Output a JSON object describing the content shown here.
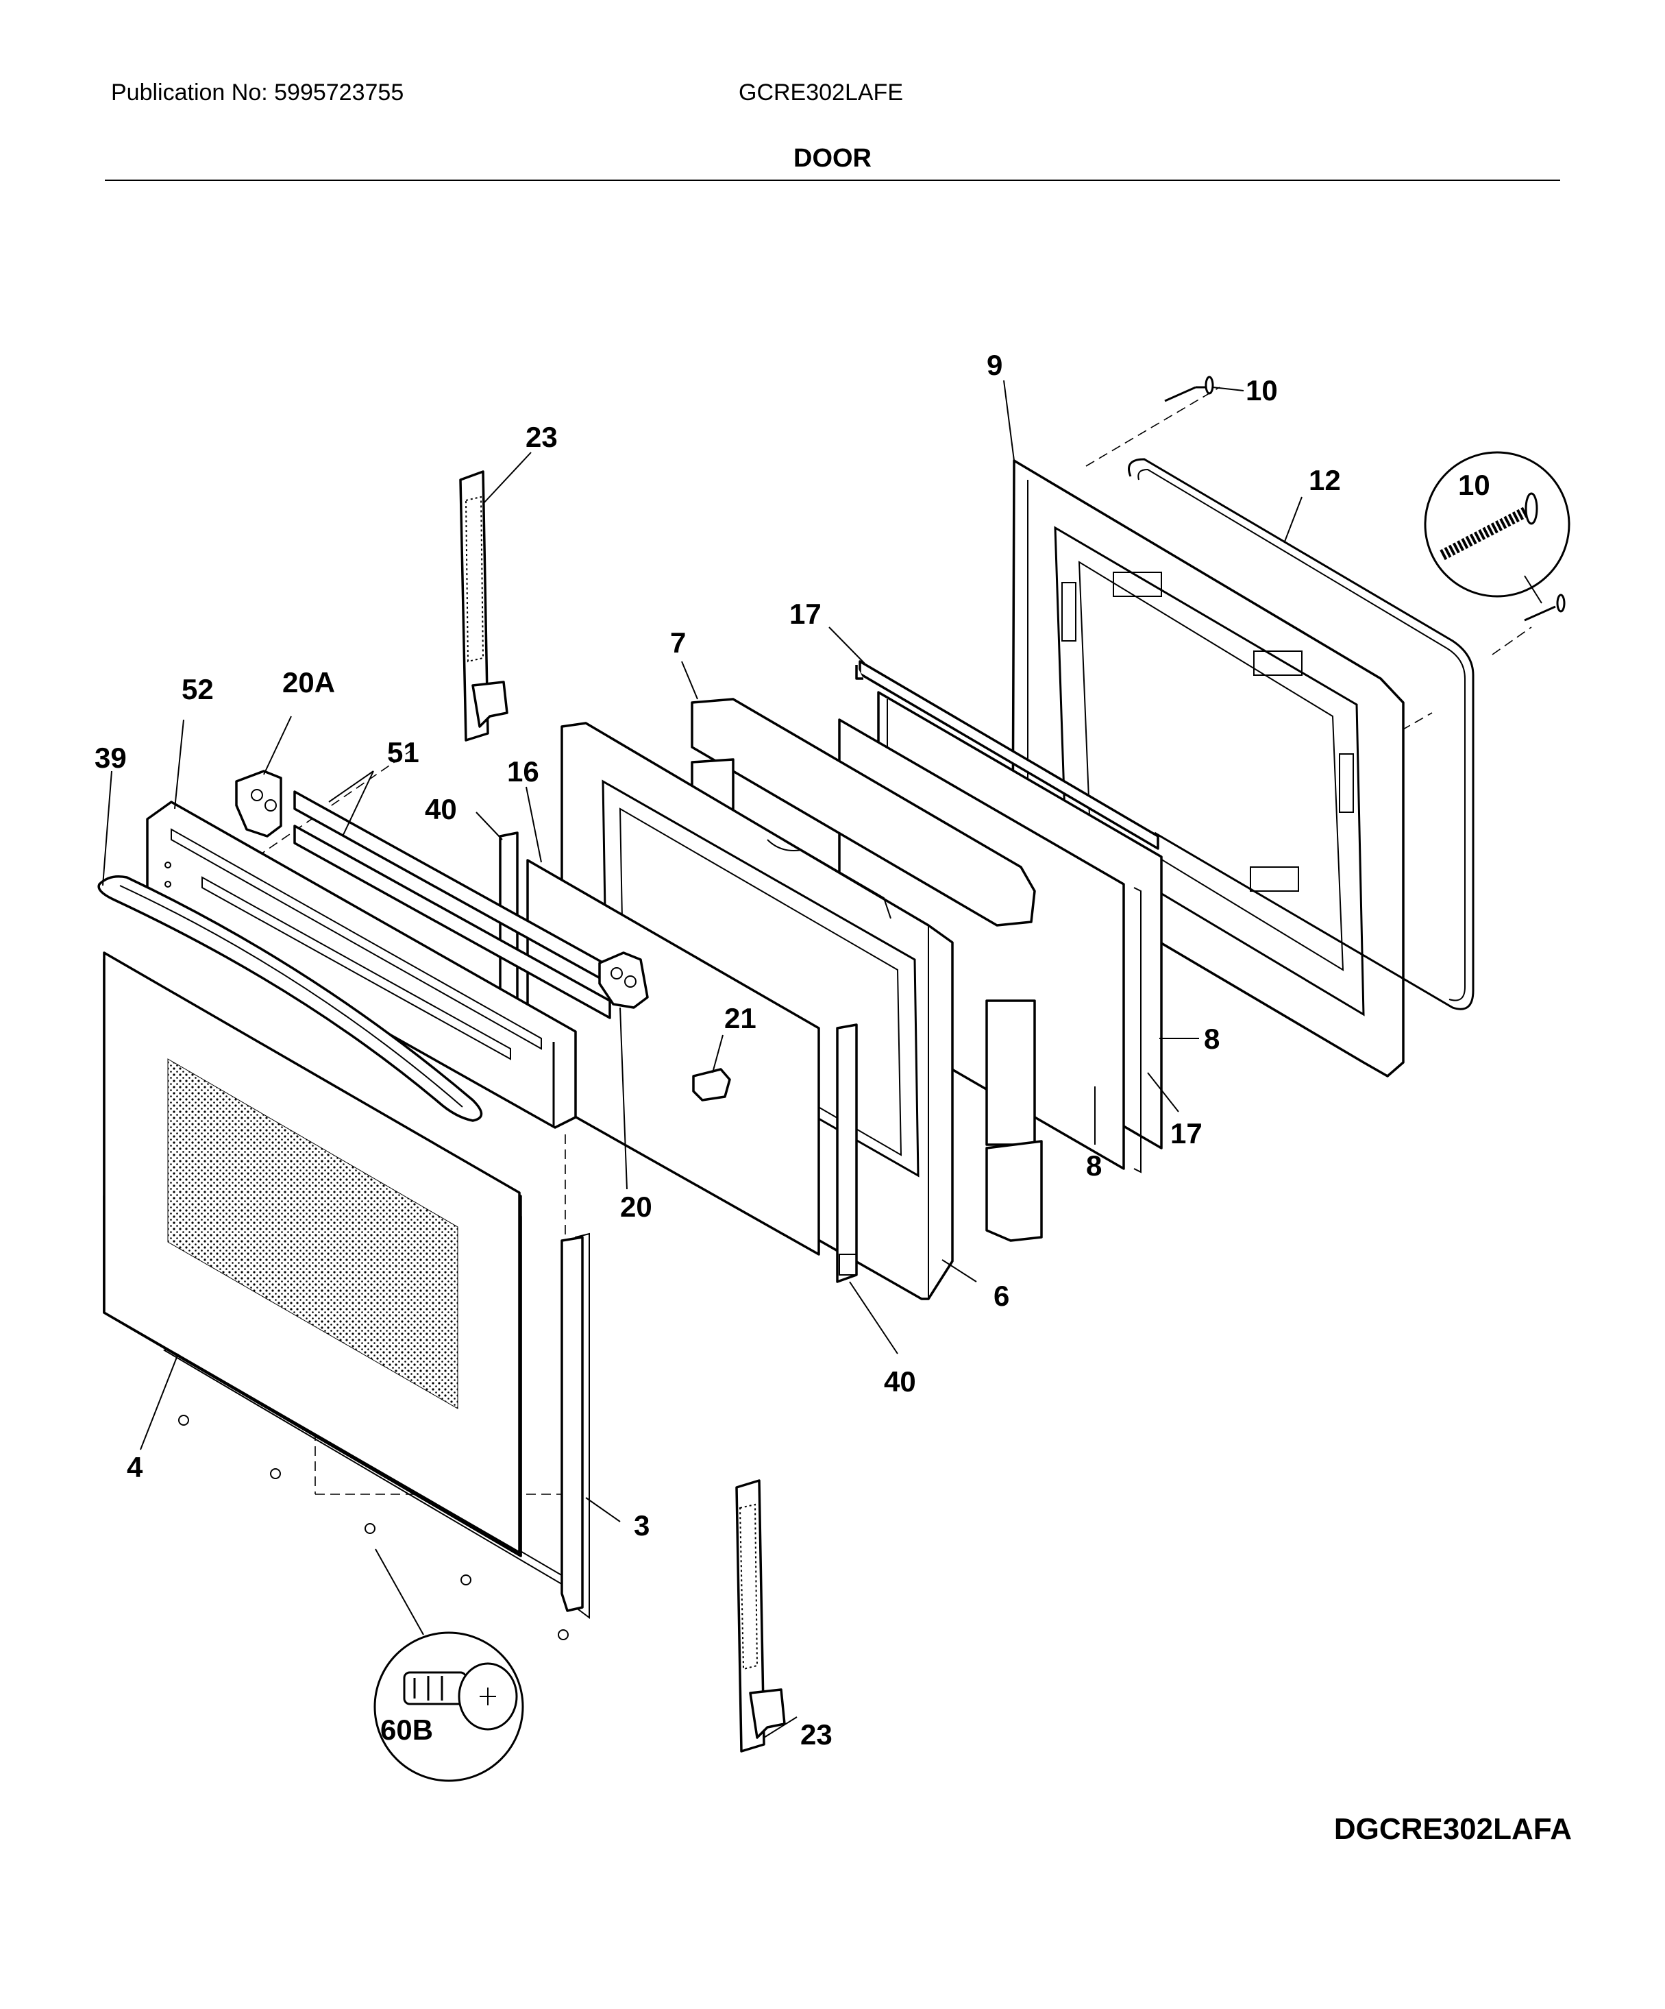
{
  "header": {
    "publication": "Publication No: 5995723755",
    "model": "GCRE302LAFE",
    "section_title": "DOOR"
  },
  "footer": {
    "diagram_code": "DGCRE302LAFA"
  },
  "callouts": {
    "c9": "9",
    "c10": "10",
    "c10_detail": "10",
    "c12": "12",
    "c23_top": "23",
    "c17_top": "17",
    "c7": "7",
    "c20A": "20A",
    "c52": "52",
    "c51": "51",
    "c39": "39",
    "c16": "16",
    "c40_top": "40",
    "c21": "21",
    "c20": "20",
    "c8_right": "8",
    "c17_bottom": "17",
    "c8_bottom": "8",
    "c6": "6",
    "c40_bottom": "40",
    "c4": "4",
    "c3": "3",
    "c60B": "60B",
    "c23_bottom": "23"
  },
  "icons": {
    "screw_detail": "screw-icon",
    "bolt_detail": "bolt-icon",
    "hinge": "hinge-icon"
  }
}
